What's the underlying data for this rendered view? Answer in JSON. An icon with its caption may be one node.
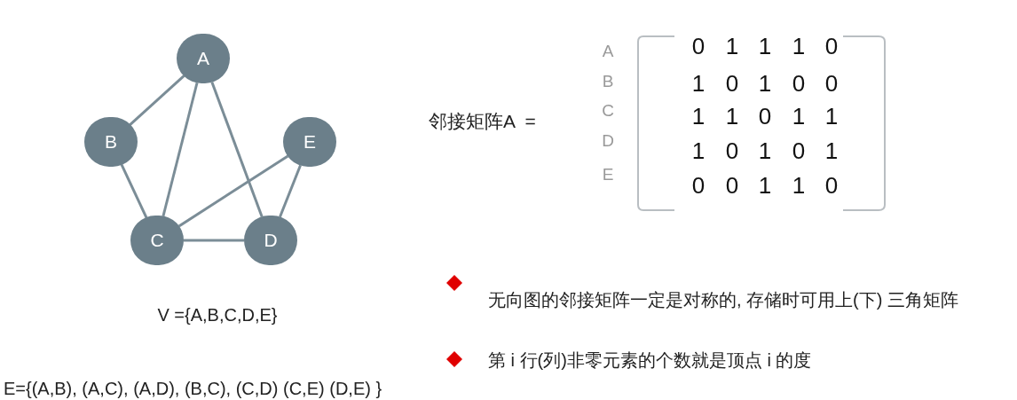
{
  "diagram": {
    "nodes": [
      {
        "text": [
          "A"
        ]
      },
      {
        "text": [
          "B"
        ]
      },
      {
        "text": [
          "E"
        ]
      },
      {
        "text": [
          "C"
        ]
      },
      {
        "text": [
          "D"
        ]
      }
    ],
    "edges": [
      {
        "from": 0,
        "to": 1,
        "arrow": "none"
      },
      {
        "from": 0,
        "to": 3,
        "arrow": "none"
      },
      {
        "from": 0,
        "to": 4,
        "arrow": "none"
      },
      {
        "from": 1,
        "to": 3,
        "arrow": "none"
      },
      {
        "from": 3,
        "to": 4,
        "arrow": "none"
      },
      {
        "from": 3,
        "to": 2,
        "arrow": "none"
      },
      {
        "from": 4,
        "to": 2,
        "arrow": "none"
      }
    ],
    "labels": [
      "A",
      "B",
      "C",
      "D",
      "E",
      "邻接矩阵A  =",
      "0",
      "1",
      "1",
      "1",
      "0",
      "1",
      "0",
      "1",
      "0",
      "0",
      "1",
      "1",
      "0",
      "1",
      "1",
      "1",
      "0",
      "1",
      "0",
      "1",
      "0",
      "0",
      "1",
      "1",
      "0",
      "无向图的邻接矩阵一定是对称的, 存储时可用上(下) 三角矩阵",
      "V ={A,B,C,D,E}",
      "第 i 行(列)非零元素的个数就是顶点 i 的度",
      "E={(A,B), (A,C), (A,D), (B,C), (C,D) (C,E) (D,E) }"
    ]
  }
}
